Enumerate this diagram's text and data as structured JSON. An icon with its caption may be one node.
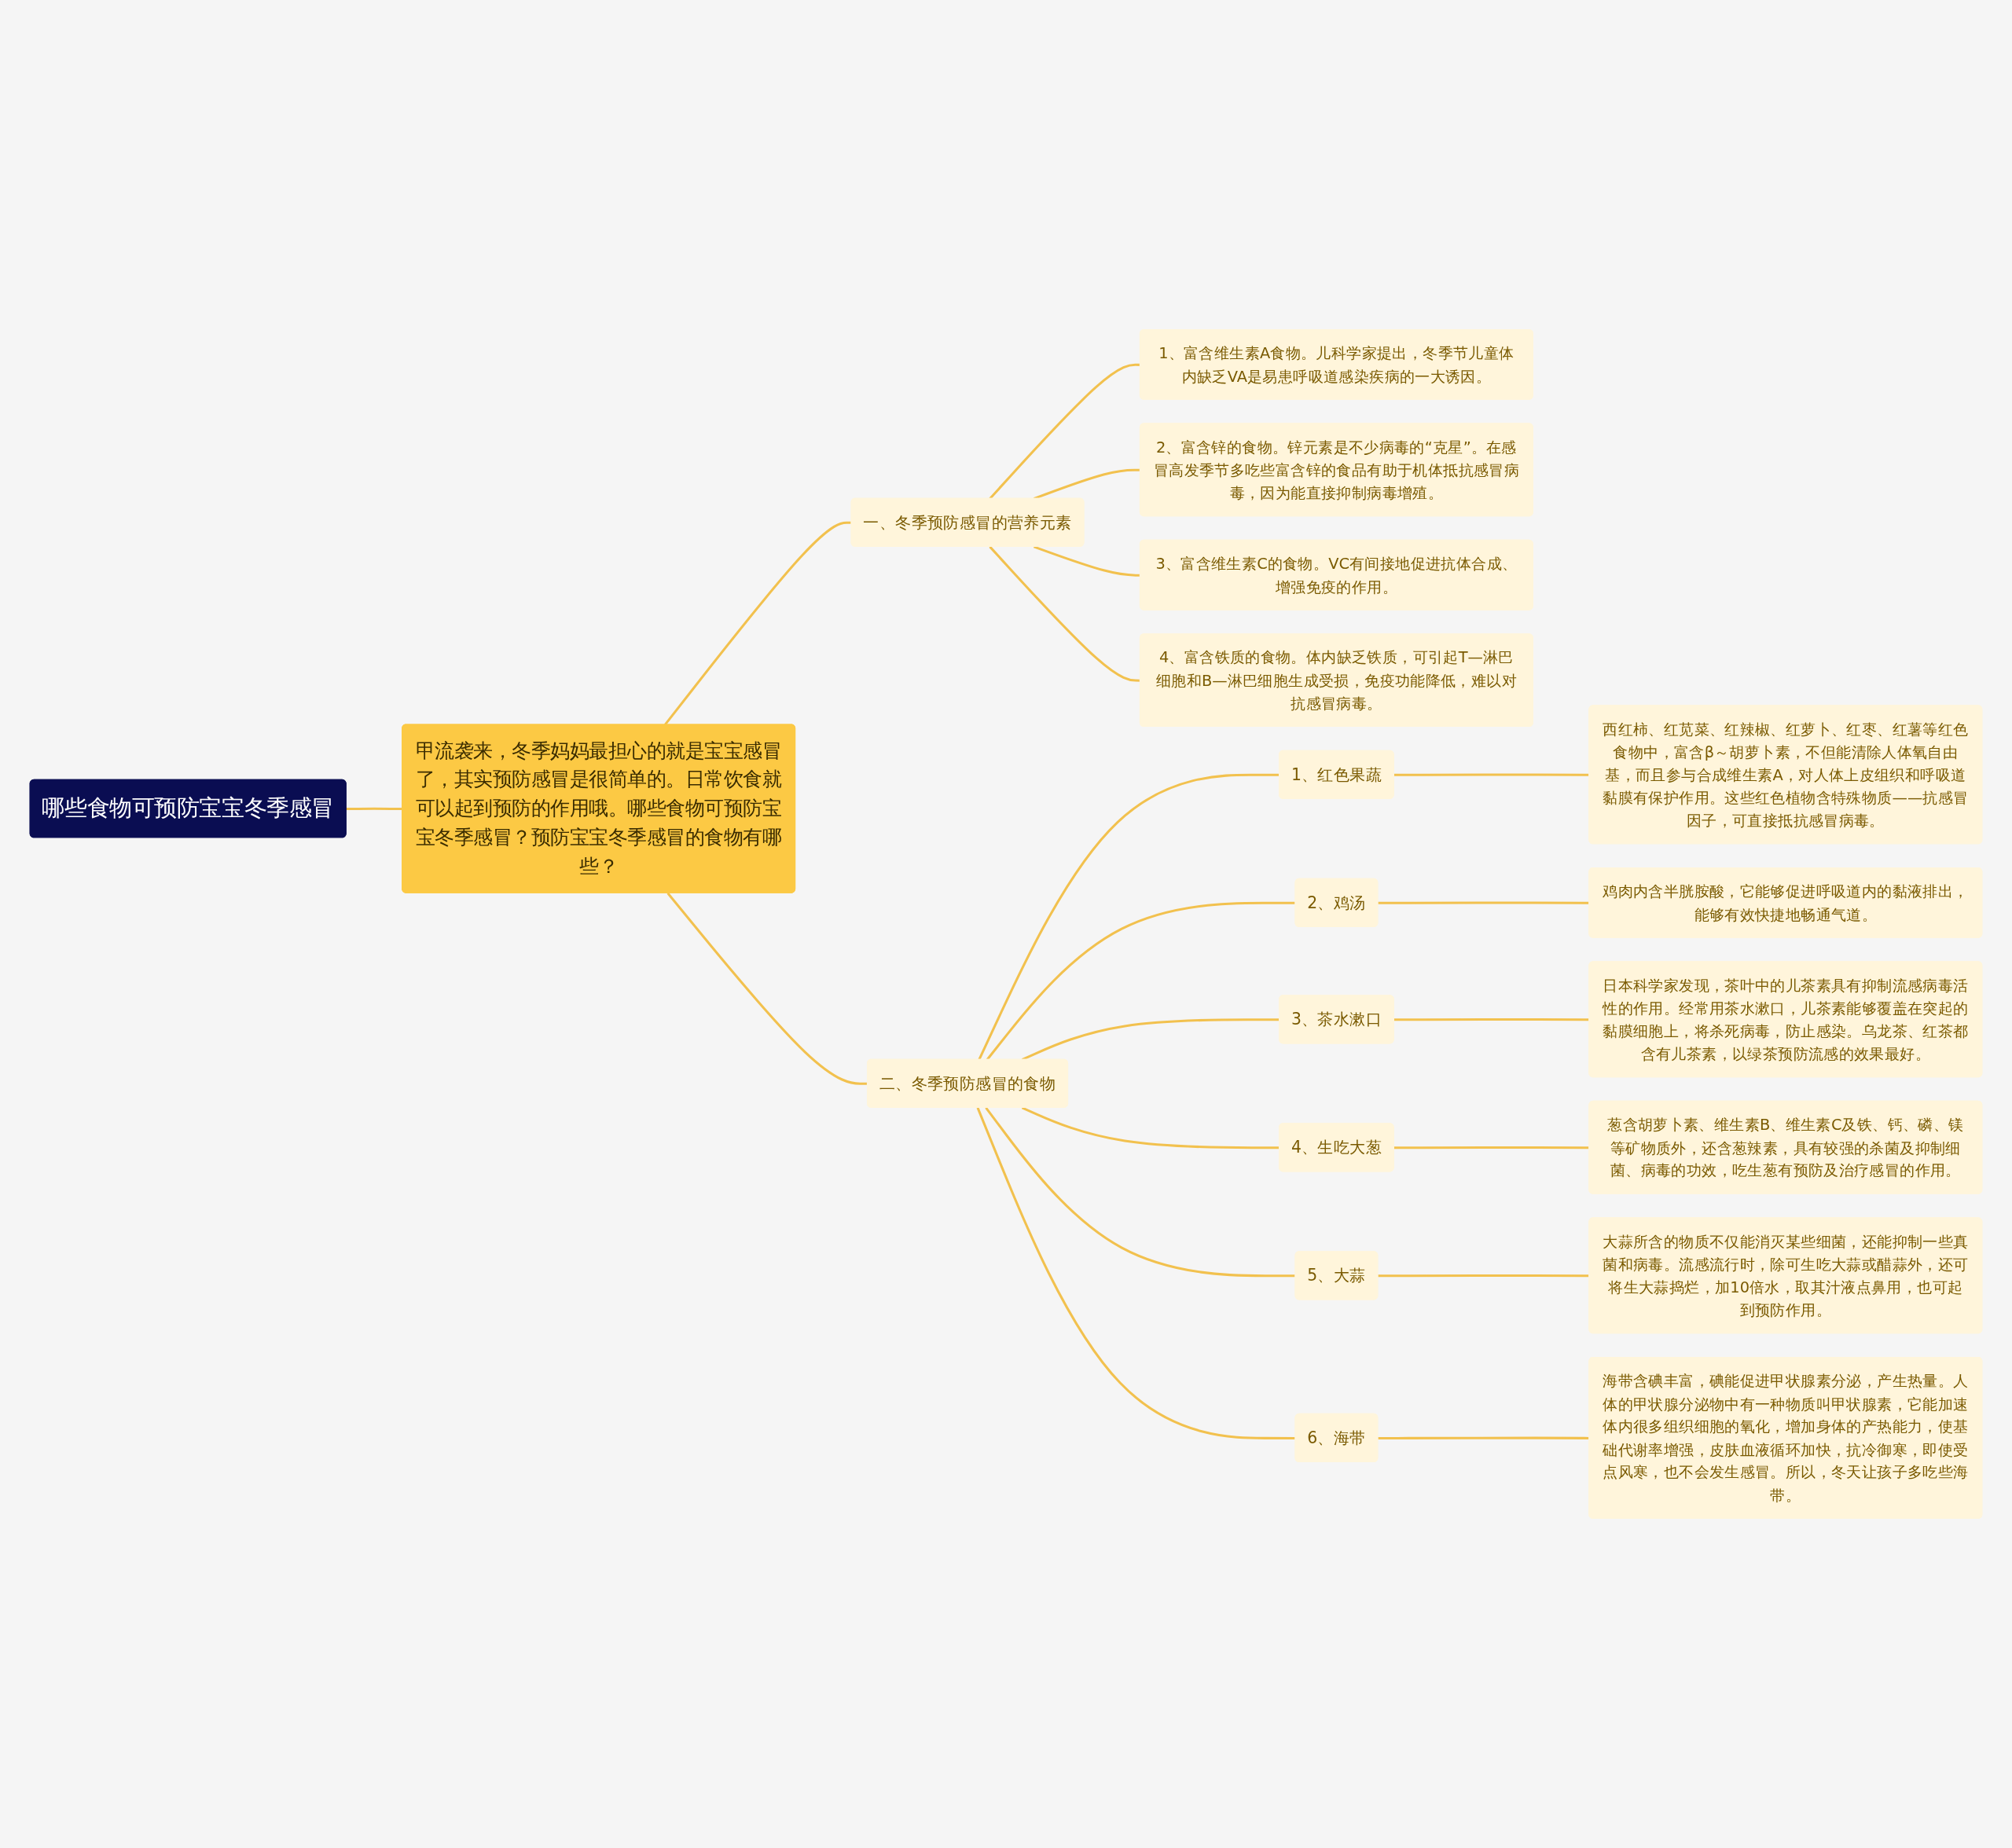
{
  "diagram": {
    "nodes": [
      {
        "text": [
          "哪些食物可预防宝宝冬季感冒"
        ]
      },
      {
        "text": [
          "甲流袭来，冬季妈妈最担心的就是宝宝感冒了，其实预防感冒是很简单的。日常饮食就可以起到预防的作用哦。哪些食物可预防宝宝冬季感冒？预防宝宝冬季感冒的食物有哪些？"
        ]
      },
      {
        "text": [
          "一、冬季预防感冒的营养元素"
        ]
      },
      {
        "text": [
          "1、富含维生素A食物。儿科学家提出，冬季节儿童体内缺乏VA是易患呼吸道感染疾病的一大诱因。"
        ]
      },
      {
        "text": [
          "2、富含锌的食物。锌元素是不少病毒的“克星”。在感冒高发季节多吃些富含锌的食品有助于机体抵抗感冒病毒，因为能直接抑制病毒增殖。"
        ]
      },
      {
        "text": [
          "3、富含维生素C的食物。VC有间接地促进抗体合成、增强免疫的作用。"
        ]
      },
      {
        "text": [
          "4、富含铁质的食物。体内缺乏铁质，可引起T—淋巴细胞和B—淋巴细胞生成受损，免疫功能降低，难以对抗感冒病毒。"
        ]
      },
      {
        "text": [
          "二、冬季预防感冒的食物"
        ]
      },
      {
        "text": [
          "1、红色果蔬"
        ]
      },
      {
        "text": [
          "西红柿、红苋菜、红辣椒、红萝卜、红枣、红薯等红色食物中，富含β～胡萝卜素，不但能清除人体氧自由基，而且参与合成维生素A，对人体上皮组织和呼吸道黏膜有保护作用。这些红色植物含特殊物质——抗感冒因子，可直接抵抗感冒病毒。"
        ]
      },
      {
        "text": [
          "2、鸡汤"
        ]
      },
      {
        "text": [
          "鸡肉内含半胱胺酸，它能够促进呼吸道内的黏液排出，能够有效快捷地畅通气道。"
        ]
      },
      {
        "text": [
          "3、茶水漱口"
        ]
      },
      {
        "text": [
          "日本科学家发现，茶叶中的儿茶素具有抑制流感病毒活性的作用。经常用茶水漱口，儿茶素能够覆盖在突起的黏膜细胞上，将杀死病毒，防止感染。乌龙茶、红茶都含有儿茶素，以绿茶预防流感的效果最好。"
        ]
      },
      {
        "text": [
          "4、生吃大葱"
        ]
      },
      {
        "text": [
          "葱含胡萝卜素、维生素B、维生素C及铁、钙、磷、镁等矿物质外，还含葱辣素，具有较强的杀菌及抑制细菌、病毒的功效，吃生葱有预防及治疗感冒的作用。"
        ]
      },
      {
        "text": [
          "5、大蒜"
        ]
      },
      {
        "text": [
          "大蒜所含的物质不仅能消灭某些细菌，还能抑制一些真菌和病毒。流感流行时，除可生吃大蒜或醋蒜外，还可将生大蒜捣烂，加10倍水，取其汁液点鼻用，也可起到预防作用。"
        ]
      },
      {
        "text": [
          "6、海带"
        ]
      },
      {
        "text": [
          "海带含碘丰富，碘能促进甲状腺素分泌，产生热量。人体的甲状腺分泌物中有一种物质叫甲状腺素，它能加速体内很多组织细胞的氧化，增加身体的产热能力，使基础代谢率增强，皮肤血液循环加快，抗冷御寒，即使受点风寒，也不会发生感冒。所以，冬天让孩子多吃些海带。"
        ]
      }
    ],
    "edges": [
      {
        "from": 0,
        "to": 1,
        "arrow": "none"
      },
      {
        "from": 1,
        "to": 2,
        "arrow": "none"
      },
      {
        "from": 1,
        "to": 7,
        "arrow": "none"
      },
      {
        "from": 2,
        "to": 3,
        "arrow": "none"
      },
      {
        "from": 2,
        "to": 4,
        "arrow": "none"
      },
      {
        "from": 2,
        "to": 5,
        "arrow": "none"
      },
      {
        "from": 2,
        "to": 6,
        "arrow": "none"
      },
      {
        "from": 7,
        "to": 8,
        "arrow": "none"
      },
      {
        "from": 7,
        "to": 10,
        "arrow": "none"
      },
      {
        "from": 7,
        "to": 12,
        "arrow": "none"
      },
      {
        "from": 7,
        "to": 14,
        "arrow": "none"
      },
      {
        "from": 7,
        "to": 16,
        "arrow": "none"
      },
      {
        "from": 7,
        "to": 18,
        "arrow": "none"
      },
      {
        "from": 8,
        "to": 9,
        "arrow": "none"
      },
      {
        "from": 10,
        "to": 11,
        "arrow": "none"
      },
      {
        "from": 12,
        "to": 13,
        "arrow": "none"
      },
      {
        "from": 14,
        "to": 15,
        "arrow": "none"
      },
      {
        "from": 16,
        "to": 17,
        "arrow": "none"
      },
      {
        "from": 18,
        "to": 19,
        "arrow": "none"
      }
    ]
  }
}
